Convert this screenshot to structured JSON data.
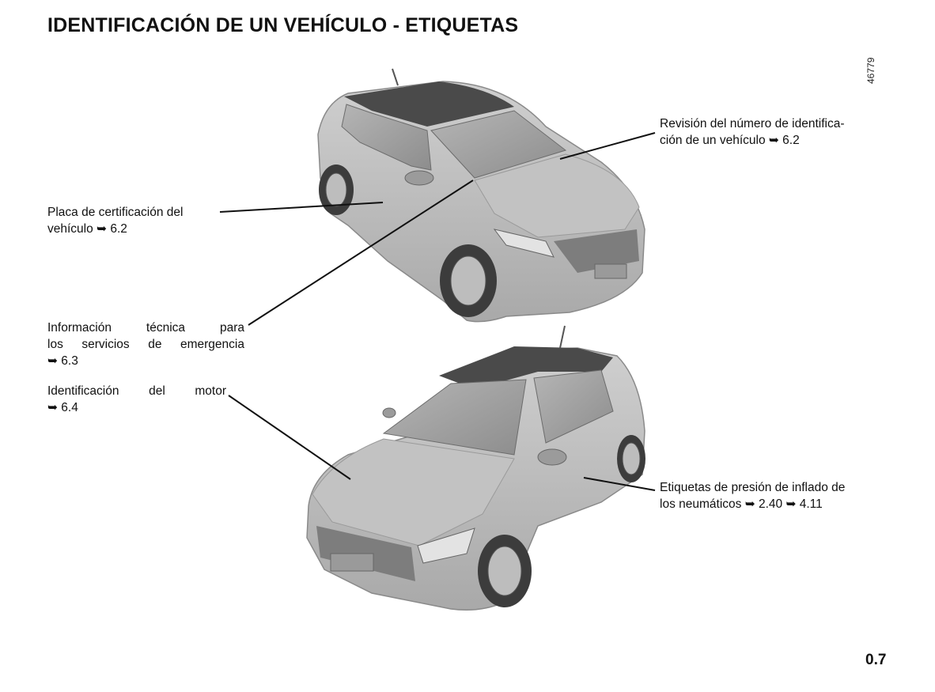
{
  "page": {
    "title": "IDENTIFICACIÓN DE UN VEHÍCULO - ETIQUETAS",
    "figure_code": "46779",
    "page_number": "0.7"
  },
  "callouts": {
    "vin_check": {
      "line1": "Revisión del número de identifica-",
      "line2": "ción de un vehículo ➥ 6.2"
    },
    "certification_plate": {
      "line1": "Placa de certificación del",
      "line2": "vehículo ➥ 6.2"
    },
    "emergency_info": {
      "line1": "Información técnica para",
      "line2": "los servicios de emergencia",
      "line3": "➥ 6.3"
    },
    "engine_id": {
      "line1": "Identificación del motor",
      "line2": "➥ 6.4"
    },
    "tire_pressure": {
      "line1": "Etiquetas de presión de inflado de",
      "line2": "los neumáticos ➥ 2.40 ➥ 4.11"
    }
  },
  "colors": {
    "car_body": "#b9b9b9",
    "car_dark": "#7d7d7d",
    "roof": "#4a4a4a",
    "glass": "#9a9a9a",
    "leader_line": "#111111"
  }
}
